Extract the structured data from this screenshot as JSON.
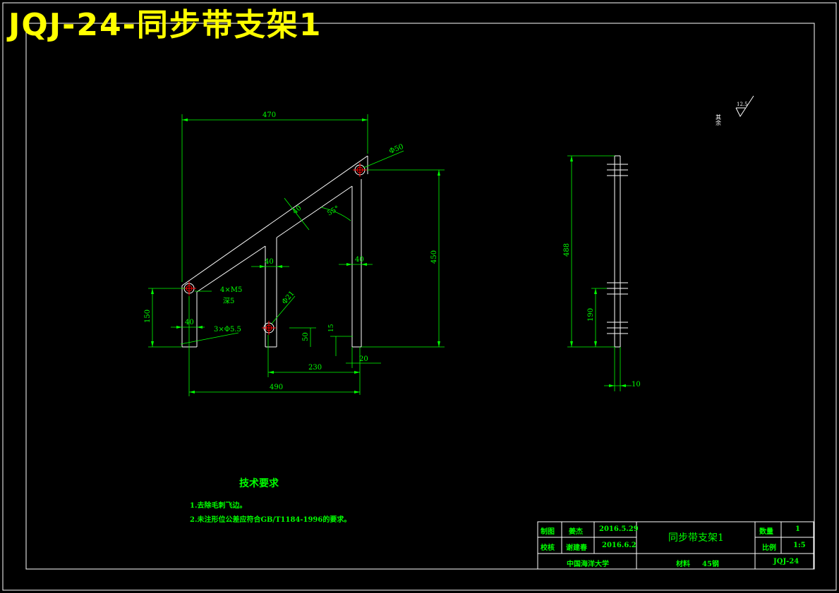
{
  "drawing_title": "JQJ-24-同步带支架1",
  "front_view": {
    "dims": {
      "overall_width_top": "470",
      "hole_top_right": "Φ50",
      "bar_width_diag": "40",
      "angle": "55°",
      "inner_leg_width": "40",
      "right_leg_width": "40",
      "overall_height": "450",
      "hole_callout": "4×M5",
      "hole_depth": "深5",
      "left_height": "150",
      "left_leg_width": "40",
      "center_hole": "Φ21",
      "countersink": "3×Φ5.5",
      "center_hole_height": "50",
      "small_offset": "15",
      "span_230": "230",
      "right_offset": "20",
      "overall_width_bottom": "490"
    }
  },
  "side_view": {
    "dims": {
      "height": "488",
      "lower_height": "190",
      "thickness": "10"
    }
  },
  "surface_roughness": "12.5",
  "surface_note": "其余",
  "tech_requirements": {
    "title": "技术要求",
    "items": [
      "1.去除毛刺飞边。",
      "2.未注形位公差应符合GB/T1184-1996的要求。"
    ]
  },
  "title_block": {
    "drawn_label": "制图",
    "drawn_name": "姜杰",
    "drawn_date": "2016.5.29",
    "checked_label": "校核",
    "checked_name": "谢建春",
    "checked_date": "2016.6.2",
    "part_name": "同步带支架1",
    "qty_label": "数量",
    "qty_value": "1",
    "scale_label": "比例",
    "scale_value": "1:5",
    "school": "中国海洋大学",
    "material_label": "材料",
    "material_value": "45钢",
    "drawing_no": "JQJ-24"
  },
  "colors": {
    "geometry": "#ffffff",
    "dimension": "#00ff00",
    "hole_marks": "#ff0000",
    "title_text": "#ffff00"
  }
}
